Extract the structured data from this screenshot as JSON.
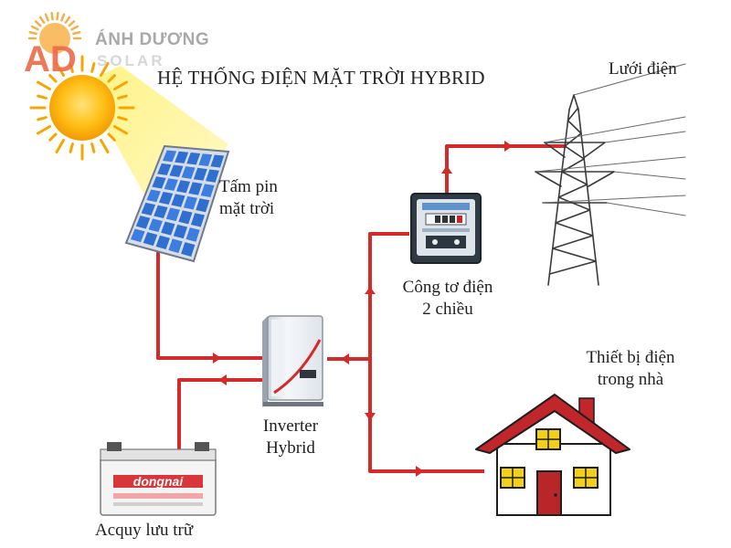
{
  "brand": {
    "initials": "AD",
    "name_line1": "ÁNH DƯƠNG",
    "name_line2": "SOLAR"
  },
  "title": "HỆ THỐNG ĐIỆN MẶT TRỜI HYBRID",
  "components": {
    "solar_panel": {
      "line1": "Tấm pin",
      "line2": "mặt trời"
    },
    "inverter": {
      "line1": "Inverter",
      "line2": "Hybrid"
    },
    "battery": {
      "label": "Acquy lưu trữ",
      "brand_text": "dongnai"
    },
    "meter": {
      "line1": "Công tơ điện",
      "line2": "2 chiều"
    },
    "grid": {
      "label": "Lưới điện"
    },
    "house": {
      "line1": "Thiết bị điện",
      "line2": "trong nhà"
    }
  },
  "colors": {
    "wire": "#d42a2a",
    "sun": "#f7a600",
    "panel": "#2f6fd0",
    "roof": "#c0262a",
    "window": "#f2cf1a",
    "door": "#b8262a"
  }
}
